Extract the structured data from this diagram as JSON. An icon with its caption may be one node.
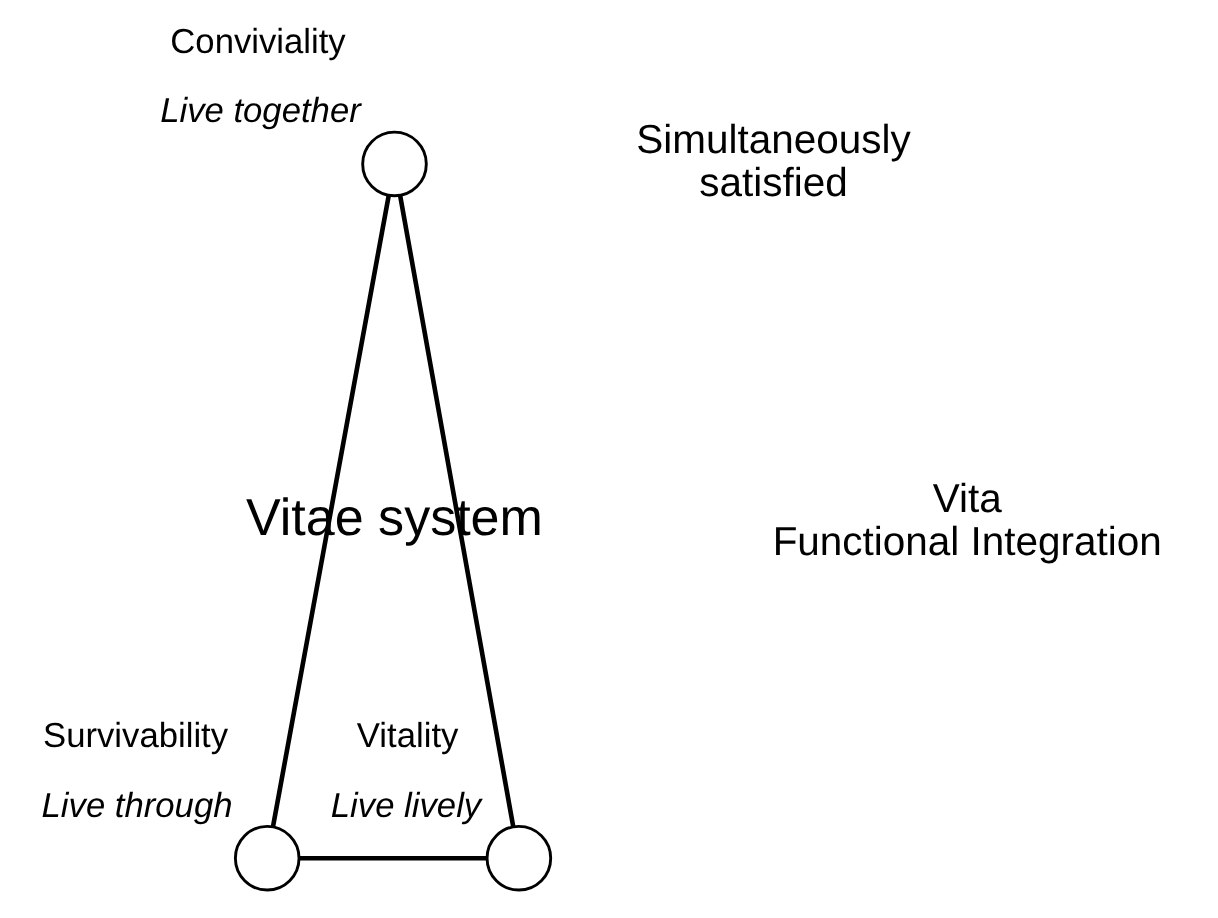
{
  "diagram": {
    "nodes": [
      {
        "text": [],
        "shape": "circle",
        "beside": [
          "Conviviality",
          "Live together"
        ]
      },
      {
        "text": [],
        "shape": "circle",
        "beside": [
          "Survivability",
          "Live through"
        ]
      },
      {
        "text": [],
        "shape": "circle",
        "beside": [
          "Vitality",
          "Live lively"
        ]
      }
    ],
    "edges": [
      {
        "from": 0,
        "to": 1,
        "arrow": "none"
      },
      {
        "from": 0,
        "to": 2,
        "arrow": "none"
      },
      {
        "from": 1,
        "to": 2,
        "arrow": "none"
      }
    ],
    "labels": [
      "Simultaneously satisfied",
      "Vita Functional Integration",
      "Vitae system"
    ]
  }
}
